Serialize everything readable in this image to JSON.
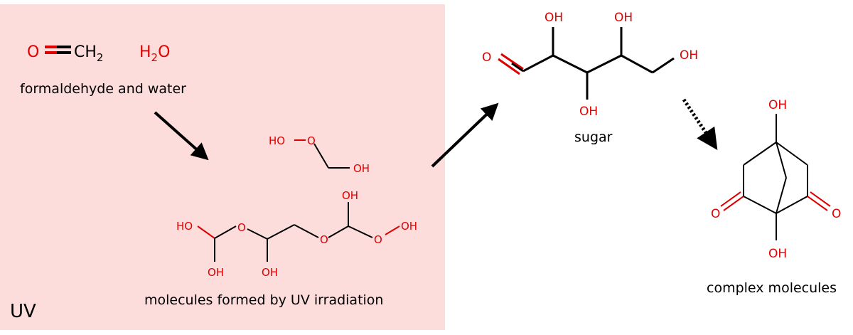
{
  "colors": {
    "uv_region": "#fddcdc",
    "heteroatom": "#e00000",
    "bond": "#000000"
  },
  "uv_label": "UV",
  "labels": {
    "formaldehyde_water": "formaldehyde and water",
    "uv_products": "molecules formed by UV irradiation",
    "sugar": "sugar",
    "complex": "complex molecules"
  },
  "atoms": {
    "O": "O",
    "OH": "OH",
    "HO": "HO",
    "C": "C",
    "H": "H",
    "two": "2"
  },
  "arrows": [
    {
      "from": "formaldehyde and water",
      "to": "molecules formed by UV irradiation",
      "style": "solid"
    },
    {
      "from": "molecules formed by UV irradiation",
      "to": "sugar",
      "style": "solid"
    },
    {
      "from": "sugar",
      "to": "complex molecules",
      "style": "dotted"
    }
  ]
}
